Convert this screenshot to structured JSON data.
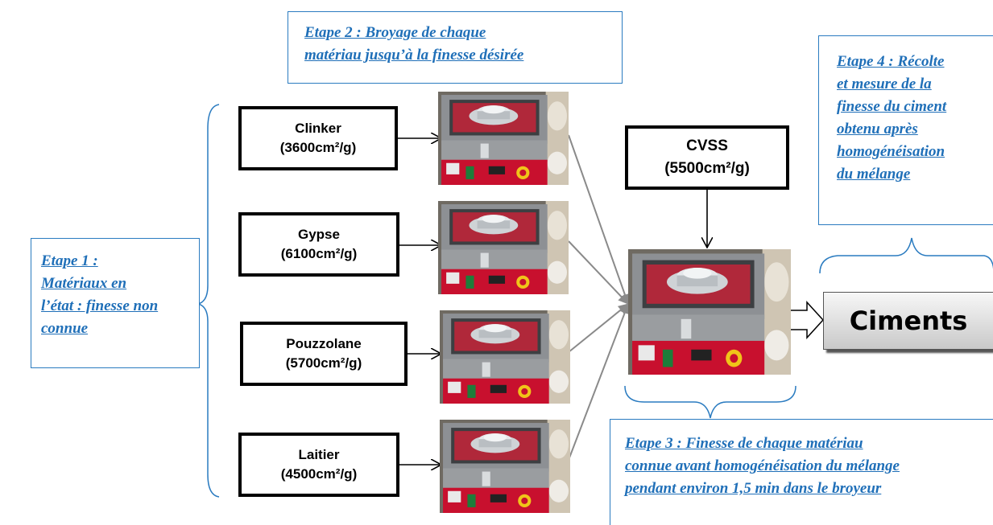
{
  "steps": {
    "step1": [
      "Etape 1 :",
      "Matériaux en",
      "l’état : finesse non",
      "connue"
    ],
    "step2": [
      "Etape 2 : Broyage de chaque",
      "matériau jusqu’à la finesse désirée"
    ],
    "step3": [
      "Etape 3 : Finesse de chaque matériau",
      "connue avant homogénéisation du mélange",
      "pendant environ 1,5 min dans le broyeur"
    ],
    "step4": [
      "Etape 4 : Récolte",
      "et mesure de la",
      "finesse du ciment",
      "obtenu après",
      "homogénéisation",
      "du mélange"
    ]
  },
  "materials": [
    {
      "name": "Clinker",
      "fineness": "(3600cm²/g)"
    },
    {
      "name": "Gypse",
      "fineness": "(6100cm²/g)"
    },
    {
      "name": "Pouzzolane",
      "fineness": "(5700cm²/g)"
    },
    {
      "name": "Laitier",
      "fineness": "(4500cm²/g)"
    }
  ],
  "cvss": {
    "name": "CVSS",
    "fineness": "(5500cm²/g)"
  },
  "product": "Ciments",
  "colors": {
    "note_blue": "#1f6fb8",
    "machine_red": "#c8102e",
    "machine_grey": "#8a8d90"
  }
}
